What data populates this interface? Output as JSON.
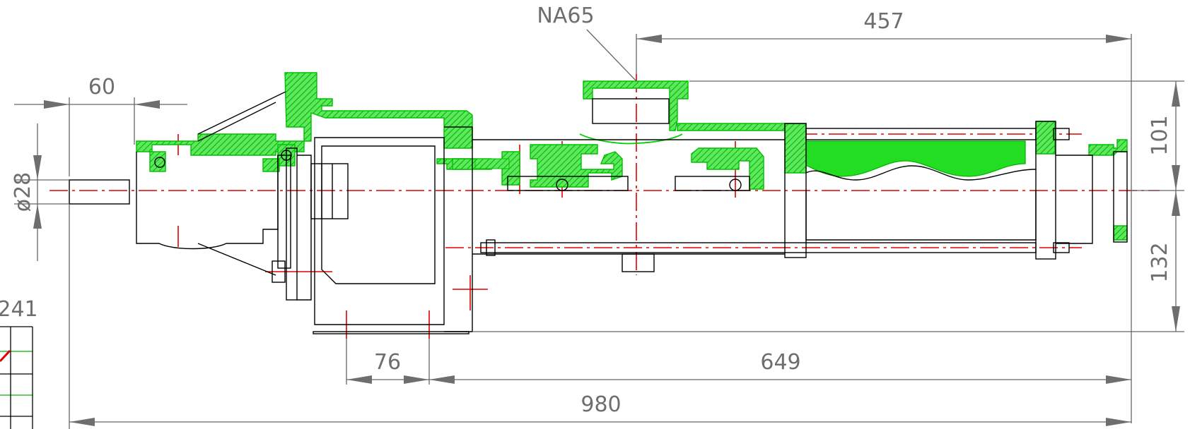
{
  "title": "Progressive cavity pump drawing",
  "annotations": {
    "port_label": "NA65"
  },
  "dimensions": {
    "shaft_length": "60",
    "shaft_diameter": "ø28",
    "port_offset": "457",
    "top_height": "101",
    "bottom_height": "132",
    "base_short": "76",
    "base_long": "649",
    "overall_length": "980",
    "left_partial": "241"
  },
  "colors": {
    "section_fill": "#22dd22",
    "centerline": "#e00000",
    "dimension": "#6e6e6e",
    "outline": "#000000"
  }
}
